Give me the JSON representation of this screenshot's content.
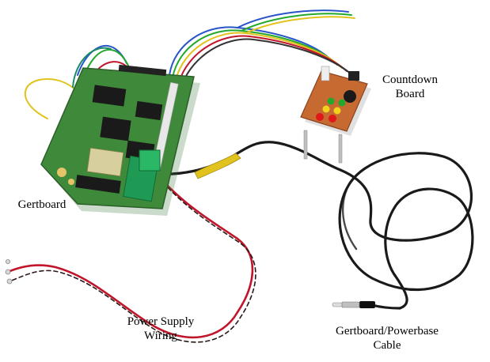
{
  "labels": {
    "countdown_line1": "Countdown",
    "countdown_line2": "Board",
    "gertboard": "Gertboard",
    "power_line1": "Power Supply",
    "power_line2": "Wiring",
    "cable_line1": "Gertboard/Powerbase",
    "cable_line2": "Cable"
  },
  "colors": {
    "background": "#ffffff",
    "pcb_green": "#3f8a3a",
    "countdown_pcb": "#c76a32",
    "cable_black": "#1a1a1a",
    "wire_red": "#c0152a",
    "wire_yellow": "#e2c21c",
    "wire_blue": "#2a55c8",
    "led_red": "#e01818",
    "led_yellow": "#f2d21a",
    "led_green": "#24a82c"
  }
}
